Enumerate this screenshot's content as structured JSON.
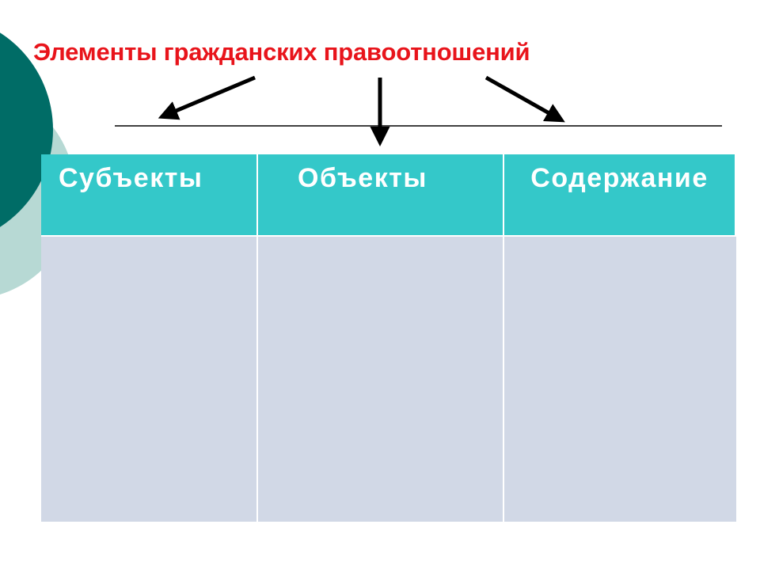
{
  "slide": {
    "title": "Элементы гражданских правоотношений"
  },
  "table": {
    "headers": [
      "Субъекты",
      "Объекты",
      "Содержание"
    ],
    "rows": [
      [
        "",
        "",
        ""
      ]
    ]
  },
  "colors": {
    "title": "#e8141b",
    "header_bg": "#34c8c9",
    "body_bg": "#d1d8e6",
    "accent_dark": "#006c66",
    "accent_light": "#b7d9d4"
  }
}
